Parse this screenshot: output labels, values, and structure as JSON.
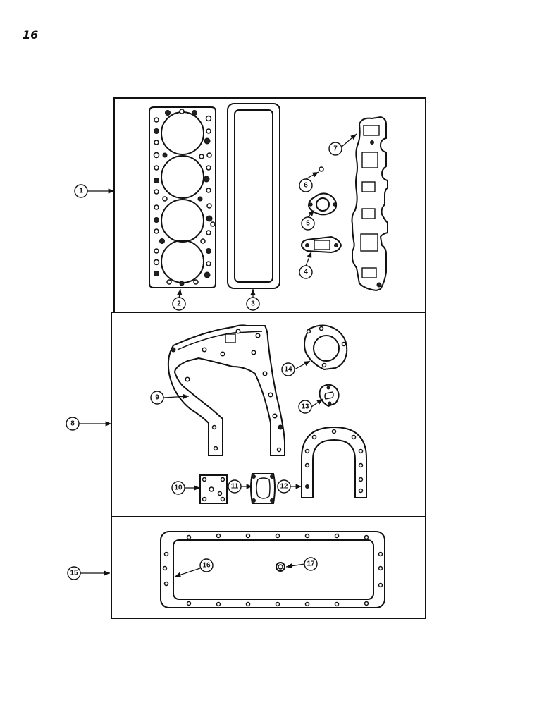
{
  "page_number": "16",
  "callouts": {
    "c1": "1",
    "c2": "2",
    "c3": "3",
    "c4": "4",
    "c5": "5",
    "c6": "6",
    "c7": "7",
    "c8": "8",
    "c9": "9",
    "c10": "10",
    "c11": "11",
    "c12": "12",
    "c13": "13",
    "c14": "14",
    "c15": "15",
    "c16": "16",
    "c17": "17"
  }
}
